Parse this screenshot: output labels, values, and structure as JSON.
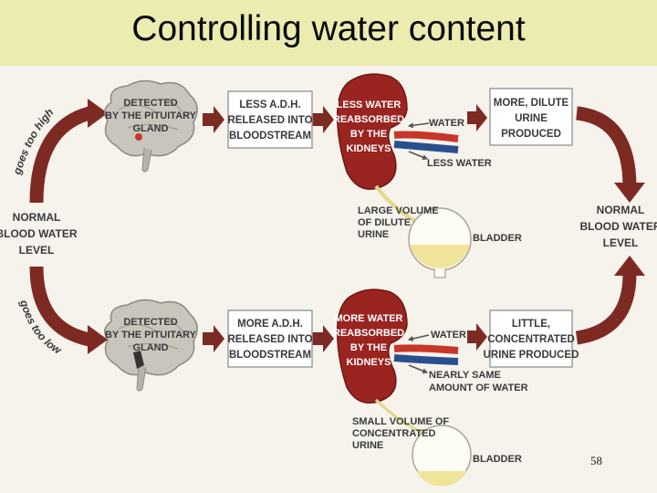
{
  "title": "Controlling water content",
  "page_number": "58",
  "cycle": {
    "normal_left": [
      "NORMAL",
      "BLOOD WATER",
      "LEVEL"
    ],
    "normal_right": [
      "NORMAL",
      "BLOOD WATER",
      "LEVEL"
    ],
    "goes_too_high": "goes too high",
    "goes_too_low": "goes too low"
  },
  "top_row": {
    "brain": [
      "DETECTED",
      "BY THE PITUITARY",
      "GLAND"
    ],
    "adh_box": [
      "LESS A.D.H.",
      "RELEASED INTO",
      "BLOODSTREAM"
    ],
    "kidney": [
      "LESS WATER",
      "REABSORBED",
      "BY THE",
      "KIDNEYS"
    ],
    "water_in": "WATER",
    "water_out": "LESS WATER",
    "result_box": [
      "MORE, DILUTE",
      "URINE",
      "PRODUCED"
    ],
    "urine_volume": [
      "LARGE VOLUME",
      "OF DILUTE",
      "URINE"
    ],
    "bladder": "BLADDER"
  },
  "bottom_row": {
    "brain": [
      "DETECTED",
      "BY THE PITUITARY",
      "GLAND"
    ],
    "adh_box": [
      "MORE A.D.H.",
      "RELEASED INTO",
      "BLOODSTREAM"
    ],
    "kidney": [
      "MORE WATER",
      "REABSORBED",
      "BY THE",
      "KIDNEYS"
    ],
    "water_in": "WATER",
    "water_out": [
      "NEARLY SAME",
      "AMOUNT OF WATER"
    ],
    "result_box": [
      "LITTLE,",
      "CONCENTRATED",
      "URINE PRODUCED"
    ],
    "urine_volume": [
      "SMALL VOLUME OF",
      "CONCENTRATED",
      "URINE"
    ],
    "bladder": "BLADDER"
  },
  "colors": {
    "title_bar": "#ecebb0",
    "arrow": "#7d2a22",
    "kidney": "#9a2420",
    "blood_red": "#c8362a",
    "blood_blue": "#2a4f8e",
    "urine": "#f0e49a",
    "brain": "#c9c5bd"
  }
}
